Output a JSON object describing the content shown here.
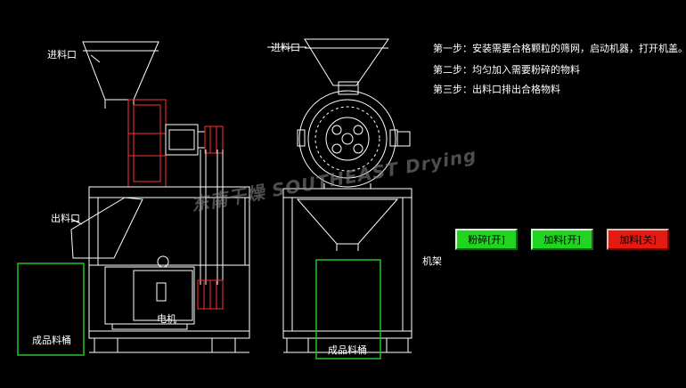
{
  "labels": {
    "inlet": "进料口",
    "inlet_right": "进料口",
    "outlet": "出料口",
    "motor": "电机",
    "frame": "机架",
    "product_bin_left": "成品料桶",
    "product_bin_right": "成品料桶"
  },
  "steps": [
    "第一步：安装需要合格颗粒的筛网，启动机器，打开机盖。",
    "第二步：均匀加入需要粉碎的物料",
    "第三步：出料口排出合格物料"
  ],
  "watermark": "东南干燥 SOUTHEAST Drying",
  "buttons": {
    "crush": {
      "label": "粉碎[开]",
      "color": "#22d422"
    },
    "feed_on": {
      "label": "加料[开]",
      "color": "#22d422"
    },
    "feed_off": {
      "label": "加料[关]",
      "color": "#e31b12"
    }
  },
  "colors": {
    "background": "#000000",
    "lines": "#ffffff",
    "accent_red": "#ff3030",
    "bin_green": "#22c422"
  }
}
